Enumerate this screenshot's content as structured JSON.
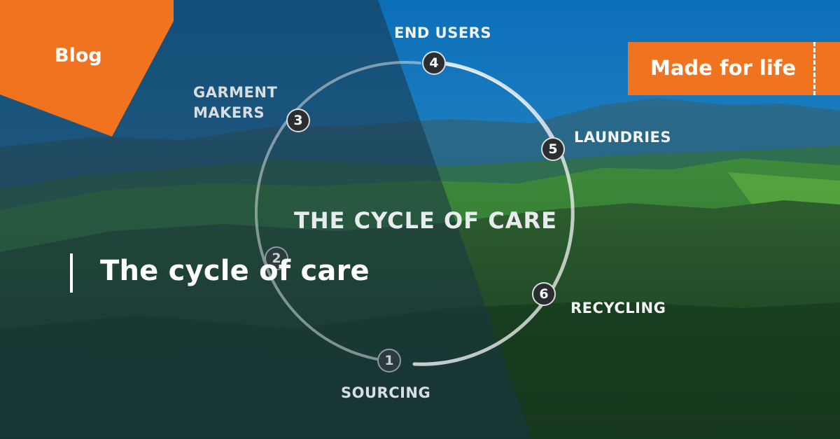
{
  "badge": {
    "label": "Blog"
  },
  "brand": {
    "tagline": "Made for life"
  },
  "page": {
    "title": "The cycle of care"
  },
  "diagram": {
    "center_label": "THE CYCLE OF CARE",
    "stages": [
      {
        "step": "1",
        "label": "SOURCING"
      },
      {
        "step": "2",
        "label": ""
      },
      {
        "step": "3",
        "label": "GARMENT\nMAKERS"
      },
      {
        "step": "4",
        "label": "END USERS"
      },
      {
        "step": "5",
        "label": "LAUNDRIES"
      },
      {
        "step": "6",
        "label": "RECYCLING"
      }
    ]
  },
  "colors": {
    "accent": "#f07320",
    "sky": "#1f7fc2",
    "forest": "#2b5a2e",
    "overlay": "#1e3b4d"
  }
}
